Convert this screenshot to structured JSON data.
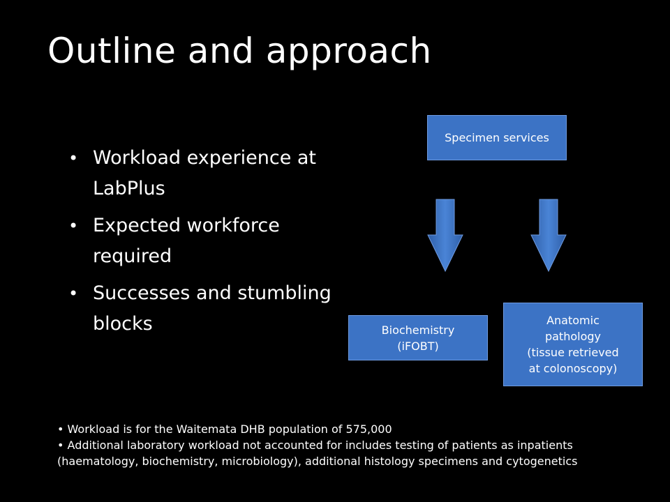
{
  "title": "Outline and approach",
  "bullets": [
    "Workload experience at LabPlus",
    "Expected workforce required",
    "Successes and stumbling blocks"
  ],
  "diagram": {
    "specimen_services": "Specimen services",
    "biochemistry": "Biochemistry\n(iFOBT)",
    "anatomic_pathology": "Anatomic\npathology\n(tissue retrieved\nat colonoscopy)",
    "box_color": "#3c73c5",
    "arrow_color": "#3f76c8"
  },
  "notes": [
    "Workload is for the Waitemata DHB population of 575,000",
    "Additional laboratory workload not accounted for includes testing of patients as inpatients (haematology, biochemistry, microbiology), additional histology specimens and cytogenetics"
  ]
}
